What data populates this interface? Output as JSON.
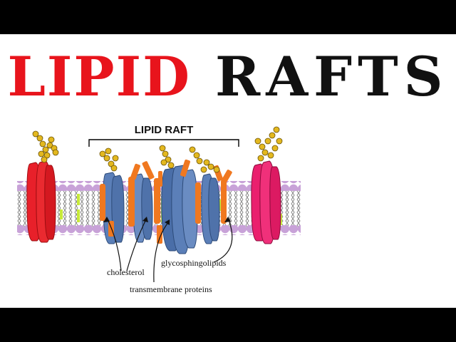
{
  "title": {
    "word1": "LIPID",
    "word2": "RAFTS"
  },
  "diagram": {
    "raft_label": "LIPID RAFT",
    "labels": {
      "cholesterol": "cholesterol",
      "glycosphingolipids": "glycosphingolipids",
      "transmembrane_proteins": "transmembrane proteins"
    }
  },
  "colors": {
    "title_red": "#e8141c",
    "title_black": "#111111",
    "lipid_head": "#c8a2d8",
    "protein_red": "#e8202a",
    "protein_pink": "#ea1f6e",
    "protein_blue": "#5b7fb8",
    "cholesterol": "#f07820",
    "sugar_chain": "#e3b81f",
    "raft_lipid_tail": "#c8ea3a"
  }
}
